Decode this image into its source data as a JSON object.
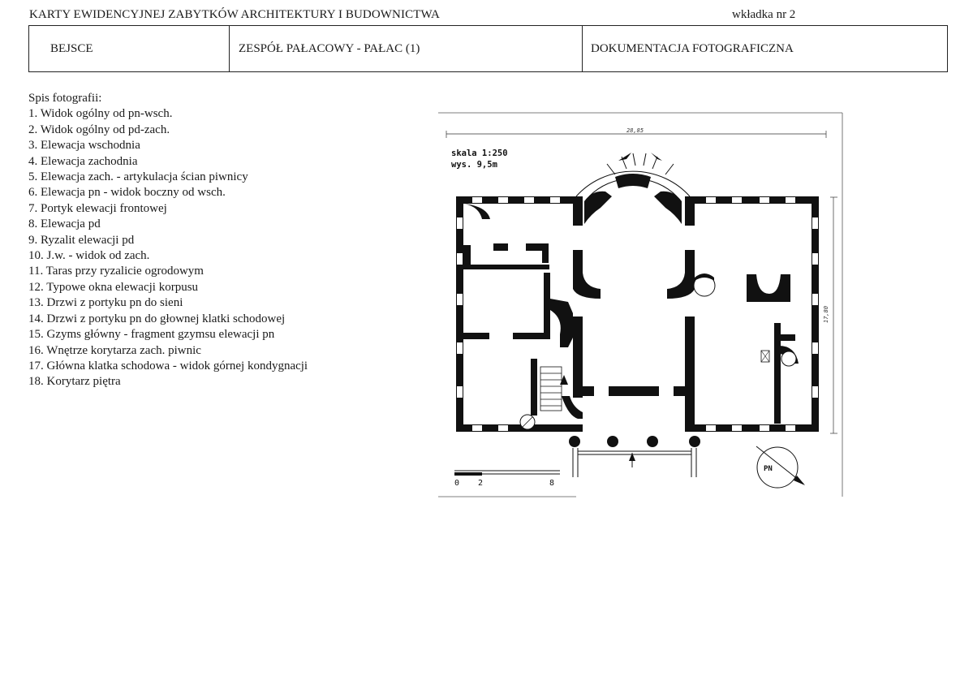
{
  "document": {
    "title": "KARTY EWIDENCYJNEJ ZABYTKÓW ARCHITEKTURY I BUDOWNICTWA",
    "insert_label": "wkładka nr 2"
  },
  "header": {
    "town": "BEJSCE",
    "object": "ZESPÓŁ PAŁACOWY - PAŁAC (1)",
    "section": "DOKUMENTACJA FOTOGRAFICZNA"
  },
  "photo_list": {
    "heading": "Spis fotografii:",
    "items": [
      "1. Widok ogólny od pn-wsch.",
      "2. Widok ogólny od pd-zach.",
      "3. Elewacja wschodnia",
      "4. Elewacja zachodnia",
      "5. Elewacja zach. - artykulacja ścian piwnicy",
      "6. Elewacja pn - widok boczny od wsch.",
      "7. Portyk elewacji frontowej",
      "8. Elewacja pd",
      "9. Ryzalit elewacji pd",
      "10. J.w. - widok od zach.",
      "11. Taras przy ryzalicie ogrodowym",
      "12. Typowe okna elewacji korpusu",
      "13. Drzwi z portyku pn do sieni",
      "14. Drzwi z portyku pn do głownej klatki schodowej",
      "15. Gzyms główny - fragment gzymsu elewacji pn",
      "16. Wnętrze korytarza zach. piwnic",
      "17. Główna klatka schodowa - widok górnej kondygnacji",
      "18. Korytarz piętra"
    ]
  },
  "floor_plan": {
    "scale_label": "skala 1:250",
    "height_label": "wys. 9,5m",
    "width_dimension": "28,85",
    "depth_dimension": "17,80",
    "scale_bar_ticks": [
      "0",
      "2",
      "8"
    ],
    "north_label": "PN",
    "ink_color": "#111111"
  }
}
